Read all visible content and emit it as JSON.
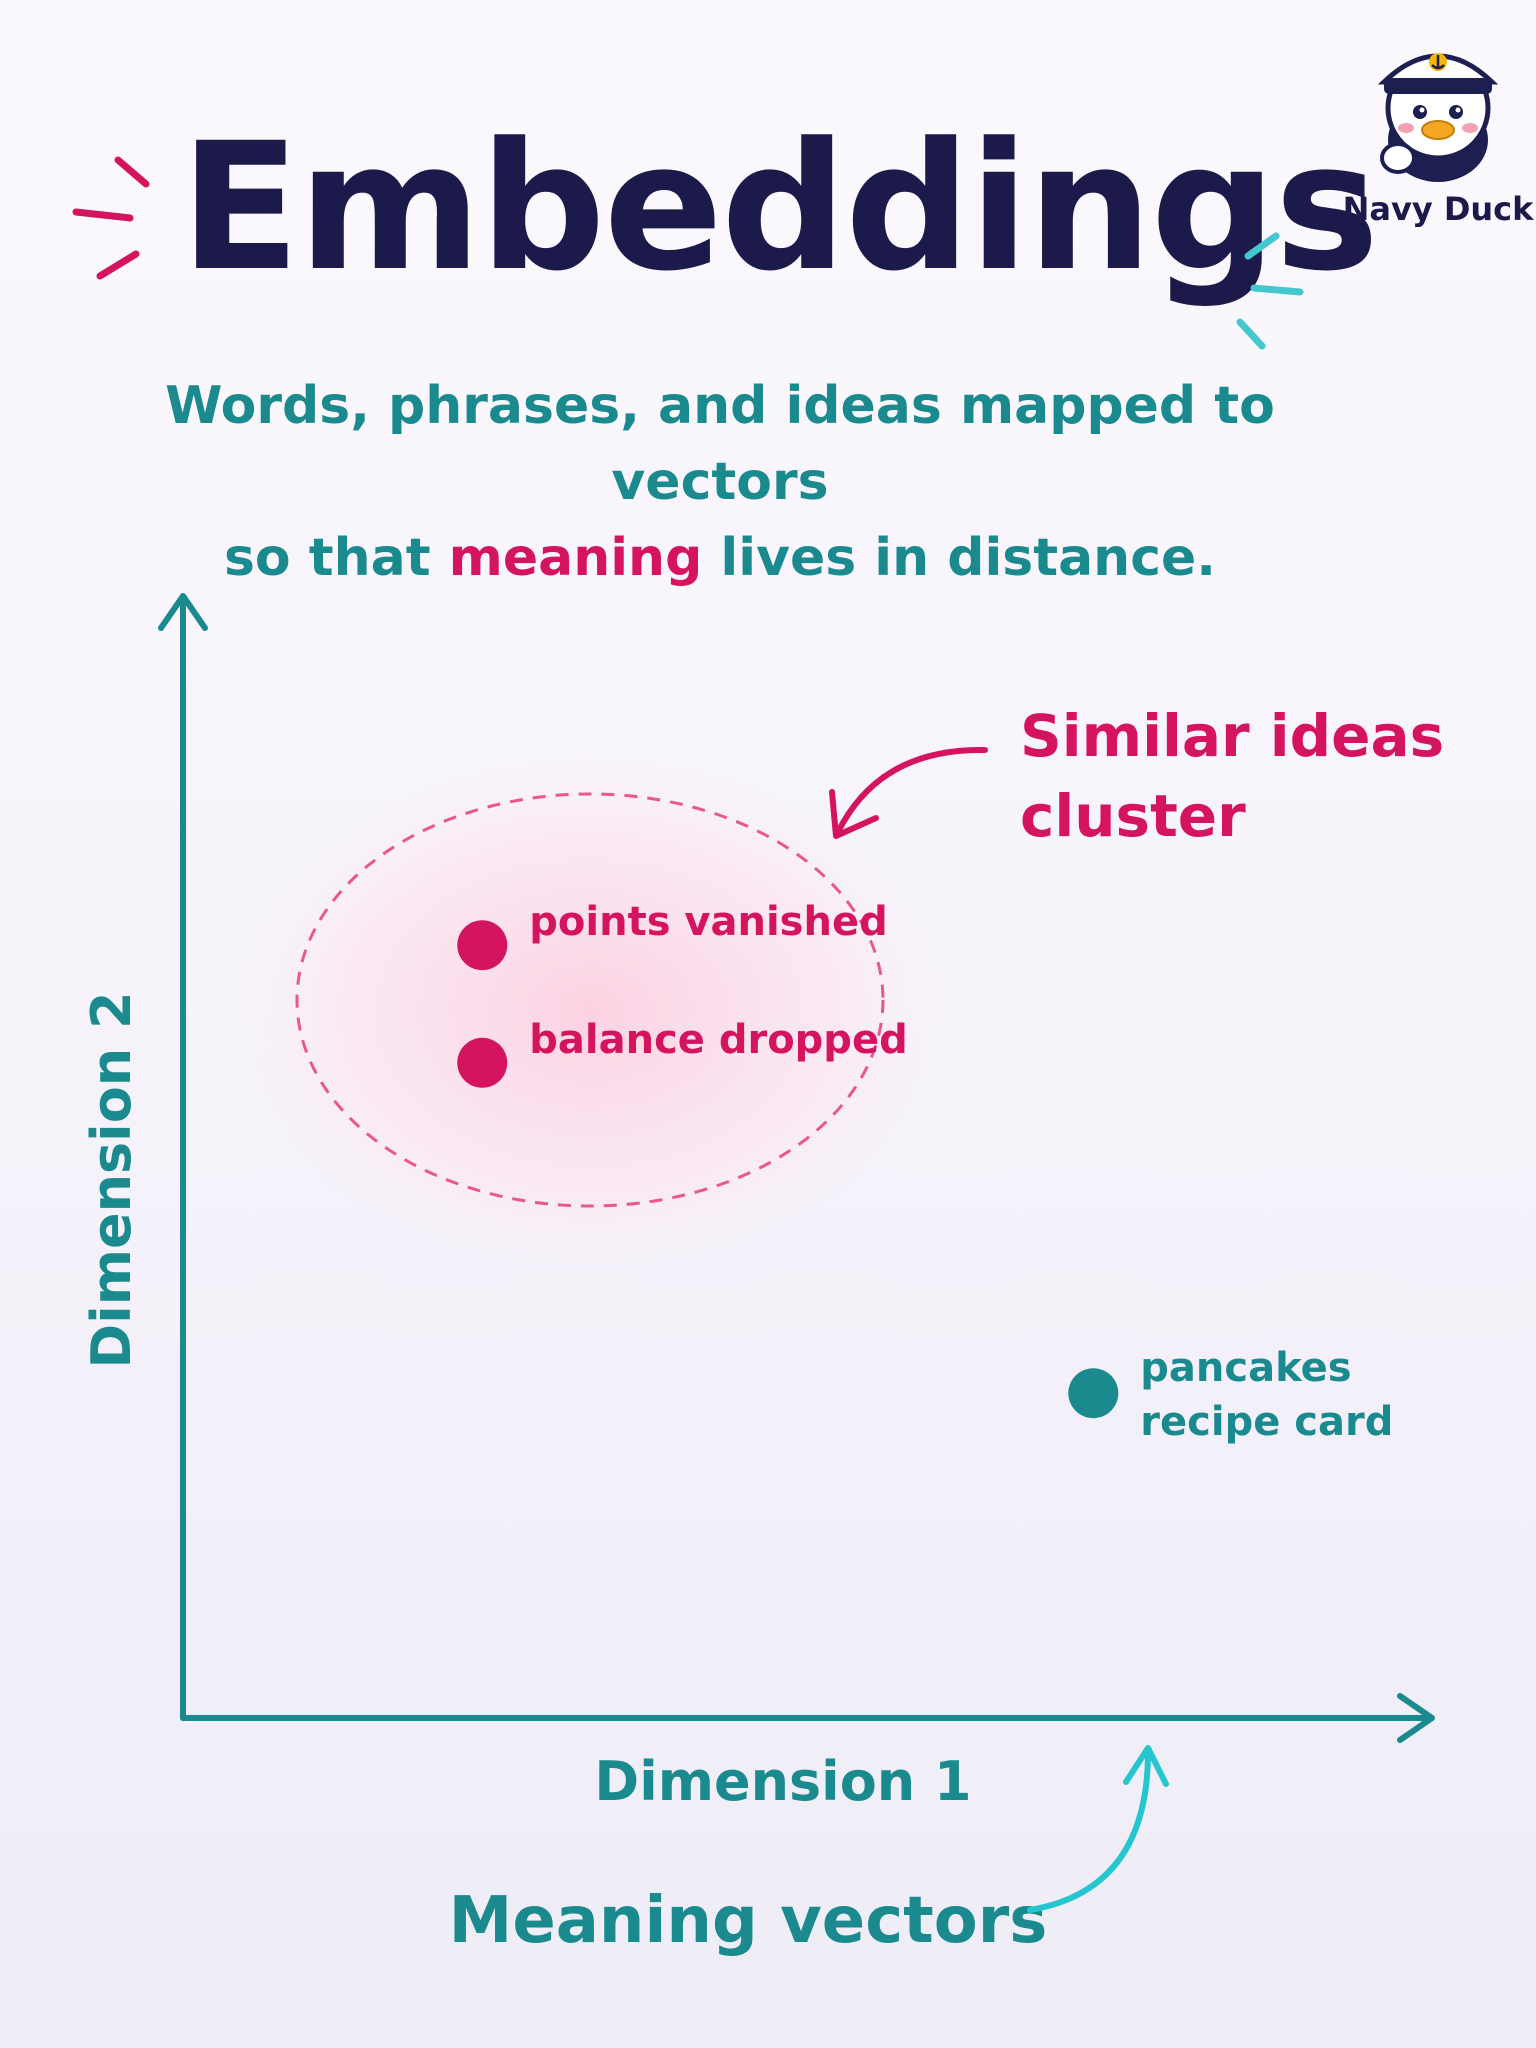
{
  "title": "Embeddings",
  "subtitle": {
    "line1": "Words, phrases, and ideas mapped to vectors",
    "line2_before": "so that ",
    "line2_highlight": "meaning",
    "line2_after": " lives in distance."
  },
  "brand": {
    "label": "Navy Duck",
    "icon": "navy-duck-mascot-icon"
  },
  "colors": {
    "title": "#1c1a4a",
    "teal": "#1a8a8f",
    "magenta": "#d4145e",
    "cyan": "#25c6cf",
    "cluster": "#e8588f"
  },
  "annotations": {
    "cluster_line1": "Similar ideas",
    "cluster_line2": "cluster",
    "vectors": "Meaning vectors"
  },
  "chart_data": {
    "type": "scatter",
    "xlabel": "Dimension 1",
    "ylabel": "Dimension 2",
    "xlim": [
      0,
      10
    ],
    "ylim": [
      0,
      10
    ],
    "grid": false,
    "points": [
      {
        "label_lines": [
          "points vanished"
        ],
        "x": 2.4,
        "y": 6.9,
        "group": "cluster"
      },
      {
        "label_lines": [
          "balance dropped"
        ],
        "x": 2.4,
        "y": 5.85,
        "group": "cluster"
      },
      {
        "label_lines": [
          "pancakes",
          "recipe card"
        ],
        "x": 7.3,
        "y": 2.9,
        "group": "outlier"
      }
    ]
  }
}
